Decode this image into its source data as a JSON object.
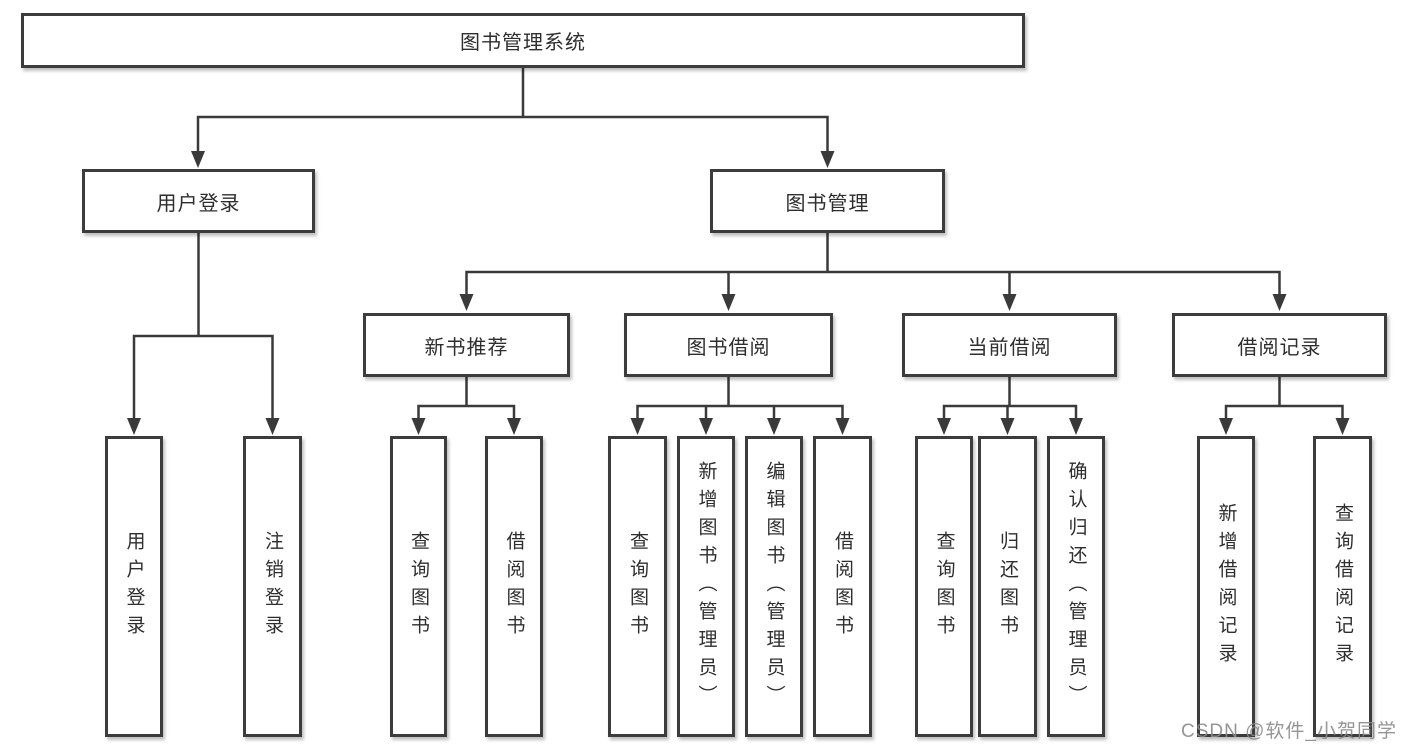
{
  "diagram": {
    "root": {
      "label": "图书管理系统"
    },
    "branches": [
      {
        "label": "用户登录",
        "children": [
          {
            "label": "用户登录"
          },
          {
            "label": "注销登录"
          }
        ]
      },
      {
        "label": "图书管理",
        "sections": [
          {
            "label": "新书推荐",
            "children": [
              {
                "label": "查询图书"
              },
              {
                "label": "借阅图书"
              }
            ]
          },
          {
            "label": "图书借阅",
            "children": [
              {
                "label": "查询图书"
              },
              {
                "label": "新增图书（管理员）"
              },
              {
                "label": "编辑图书（管理员）"
              },
              {
                "label": "借阅图书"
              }
            ]
          },
          {
            "label": "当前借阅",
            "children": [
              {
                "label": "查询图书"
              },
              {
                "label": "归还图书"
              },
              {
                "label": "确认归还（管理员）"
              }
            ]
          },
          {
            "label": "借阅记录",
            "children": [
              {
                "label": "新增借阅记录"
              },
              {
                "label": "查询借阅记录"
              }
            ]
          }
        ]
      }
    ],
    "watermark": "CSDN @软件_小贺同学",
    "line_color": "#3a3a3a"
  }
}
